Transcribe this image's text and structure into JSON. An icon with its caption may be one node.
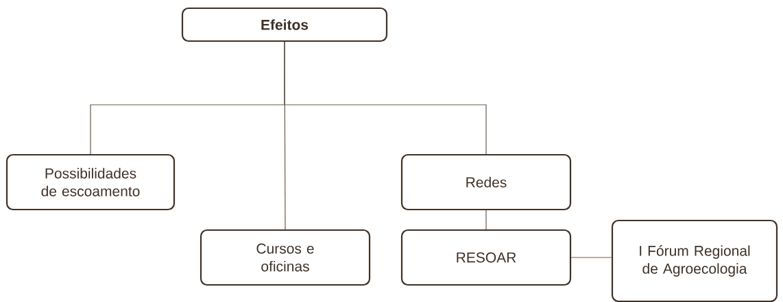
{
  "diagram": {
    "nodes": [
      {
        "text": [
          "Efeitos"
        ]
      },
      {
        "text": [
          "Possibilidades de escoamento"
        ]
      },
      {
        "text": [
          "Cursos e oficinas"
        ]
      },
      {
        "text": [
          "Redes"
        ]
      },
      {
        "text": [
          "RESOAR"
        ]
      },
      {
        "text": [
          "I Fórum Regional de Agroecologia"
        ]
      }
    ],
    "edges": [
      {
        "from": 0,
        "to": 1,
        "arrow": "none"
      },
      {
        "from": 0,
        "to": 2,
        "arrow": "none"
      },
      {
        "from": 0,
        "to": 3,
        "arrow": "none"
      },
      {
        "from": 3,
        "to": 4,
        "arrow": "none"
      },
      {
        "from": 4,
        "to": 5,
        "arrow": "none"
      }
    ]
  }
}
